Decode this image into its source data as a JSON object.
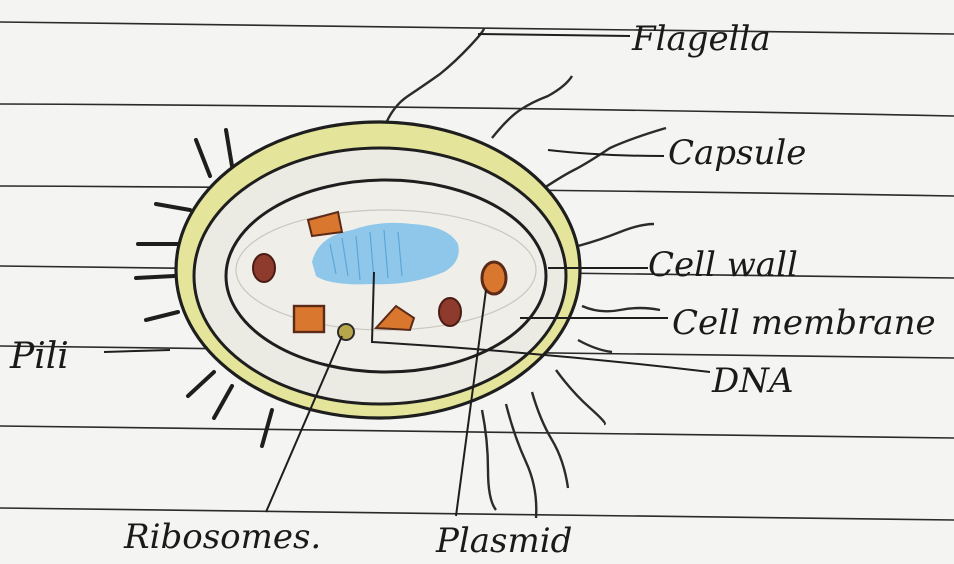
{
  "labels": {
    "flagella": "Flagella",
    "capsule": "Capsule",
    "cell_wall": "Cell wall",
    "cell_membrane": "Cell membrane",
    "dna": "DNA",
    "pili": "Pili",
    "ribosomes": "Ribosomes.",
    "plasmid": "Plasmid"
  },
  "colors": {
    "paper": "#f4f4f2",
    "ruled_line": "#2a2a2a",
    "ink": "#1a1a1a",
    "capsule_fill": "#e4e49a",
    "dna_fill": "#7cc0ea",
    "ribosome_brown": "#8e3a2c",
    "granule_orange": "#d9772e"
  }
}
